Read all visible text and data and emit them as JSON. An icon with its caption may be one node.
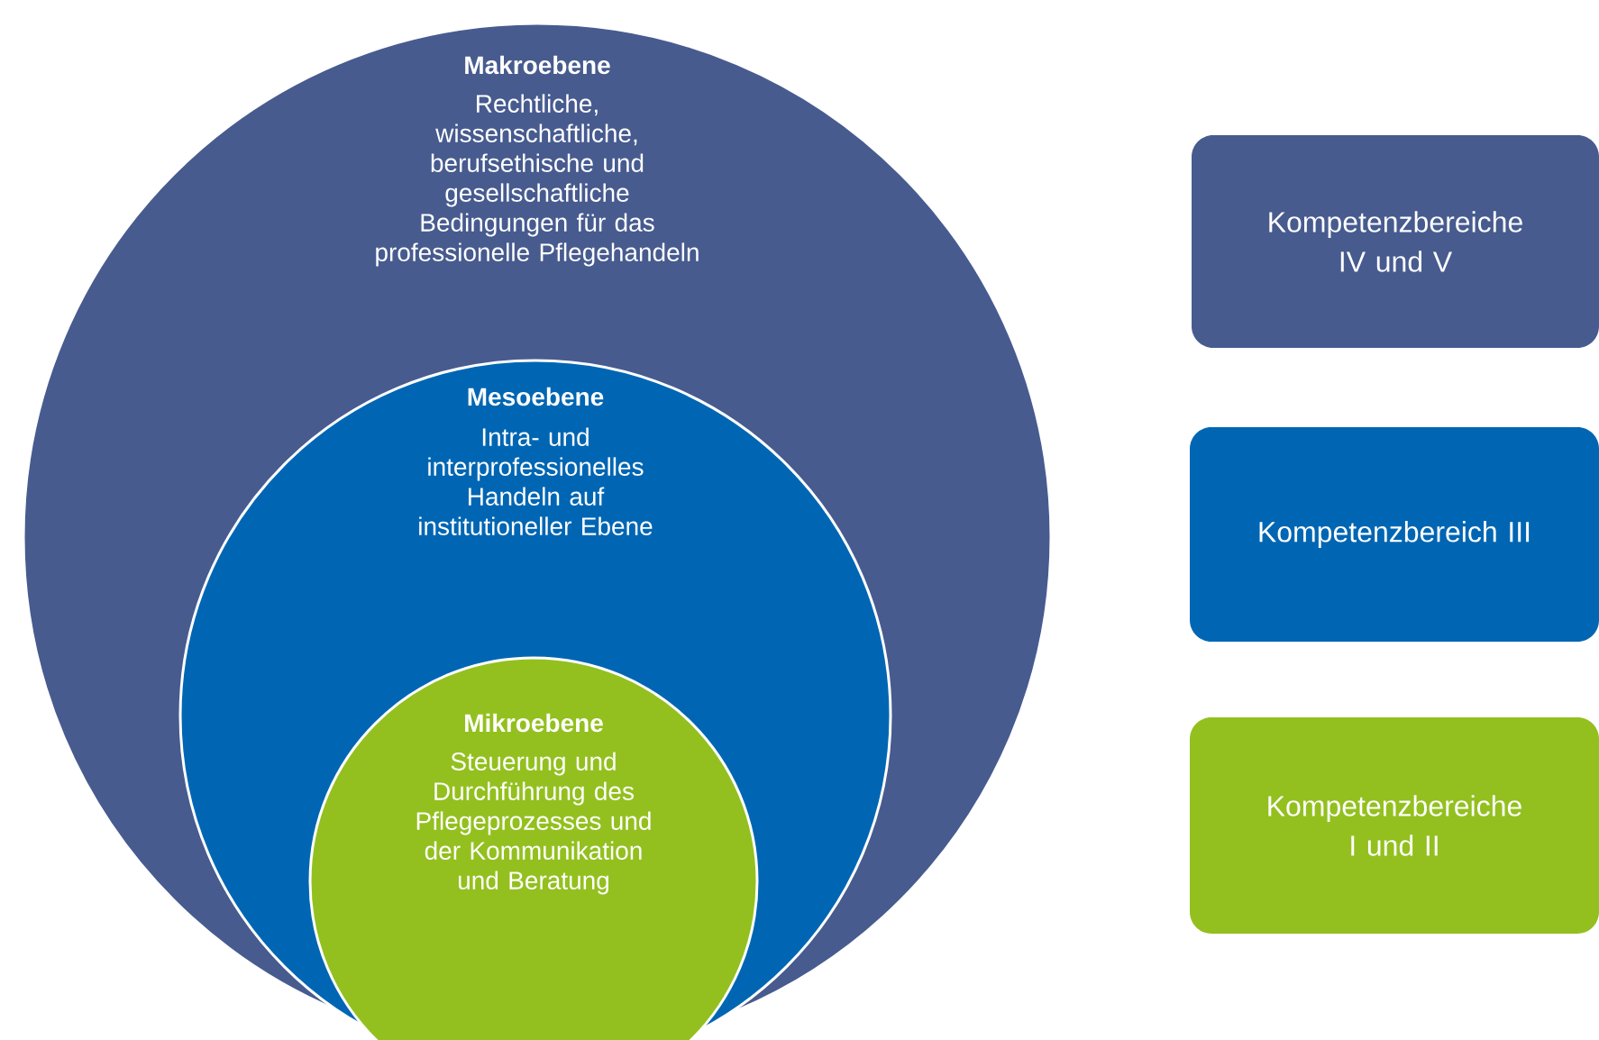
{
  "diagram": {
    "nodes": [
      {
        "text": [
          "Makroebene",
          "Rechtliche, wissenschaftliche, berufsethische und gesellschaftliche Bedingungen für das professionelle Pflegehandeln"
        ]
      },
      {
        "text": [
          "Mesoebene",
          "Intra- und interprofessionelles Handeln auf institutioneller Ebene"
        ],
        "in": 0
      },
      {
        "text": [
          "Mikroebene",
          "Steuerung und Durchführung des Pflegeprozesses und der Kommunikation und Beratung"
        ],
        "in": 1
      },
      {
        "text": [
          "Kompetenzbereiche IV und V"
        ]
      },
      {
        "text": [
          "Kompetenzbereich III"
        ]
      },
      {
        "text": [
          "Kompetenzbereiche I und II"
        ]
      }
    ]
  }
}
